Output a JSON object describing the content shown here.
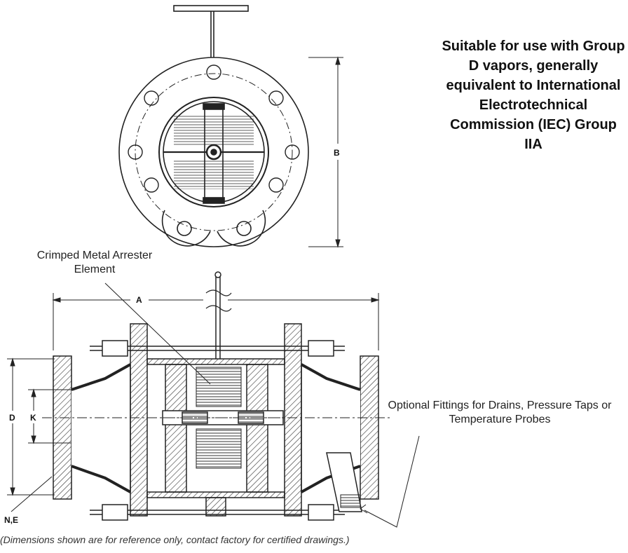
{
  "group_note": "Suitable for use with Group D vapors, generally equivalent to International Electrotechnical Commission (IEC) Group IIA",
  "labels": {
    "crimped": "Crimped Metal Arrester Element",
    "fittings": "Optional Fittings for Drains, Pressure Taps or Temperature Probes"
  },
  "dimensions": {
    "a": "A",
    "b": "B",
    "d": "D",
    "k": "K",
    "ne": "N,E"
  },
  "footnote": "(Dimensions shown are for reference only, contact factory for certified drawings.)"
}
